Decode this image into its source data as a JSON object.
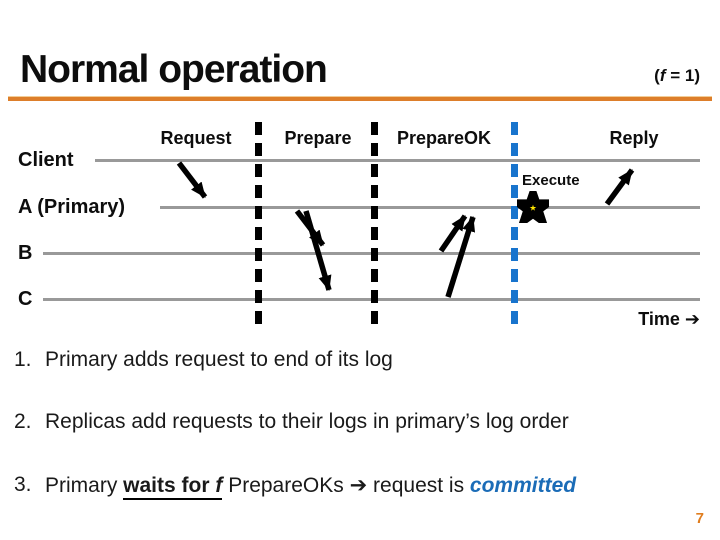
{
  "slide": {
    "title": "Normal operation",
    "annotation": {
      "open": "(",
      "f": "f",
      "rest": " = 1)"
    },
    "page_number": "7"
  },
  "timeline": {
    "phases": [
      {
        "label": "Request"
      },
      {
        "label": "Prepare"
      },
      {
        "label": "PrepareOK"
      },
      {
        "label": "Reply"
      }
    ],
    "rows": [
      {
        "label": "Client"
      },
      {
        "label": "A (Primary)"
      },
      {
        "label": "B"
      },
      {
        "label": "C"
      }
    ],
    "execute_label": "Execute",
    "time_label": "Time",
    "time_arrow": "➔",
    "messages": [
      {
        "name": "request",
        "from": "Client",
        "to": "A (Primary)"
      },
      {
        "name": "prepare-to-B",
        "from": "A (Primary)",
        "to": "B"
      },
      {
        "name": "prepare-to-C",
        "from": "A (Primary)",
        "to": "C"
      },
      {
        "name": "prepareok-from-B",
        "from": "B",
        "to": "A (Primary)"
      },
      {
        "name": "prepareok-from-C",
        "from": "C",
        "to": "A (Primary)"
      },
      {
        "name": "reply",
        "from": "A (Primary)",
        "to": "Client"
      }
    ]
  },
  "list": {
    "items": [
      {
        "number": "1.",
        "text": "Primary adds request to end of its log"
      },
      {
        "number": "2.",
        "text": "Replicas add requests to their logs in primary’s log order"
      },
      {
        "number": "3.",
        "seg_plain1": "Primary ",
        "seg_underline_bold": "waits for ",
        "seg_underline_bold_italic_f": "f",
        "seg_plain2": " PrepareOKs ",
        "seg_arrow": "➔",
        "seg_plain3": " request is ",
        "seg_committed": "committed"
      }
    ]
  },
  "colors": {
    "accent_orange": "#DD7E2A",
    "timeline_gray": "#999999",
    "phase_divider_black": "#000000",
    "commit_divider_blue": "#1874CD",
    "committed_text_blue": "#1B6CB7",
    "star_yellow": "#FFE600",
    "page_number_orange": "#E07D1E"
  }
}
